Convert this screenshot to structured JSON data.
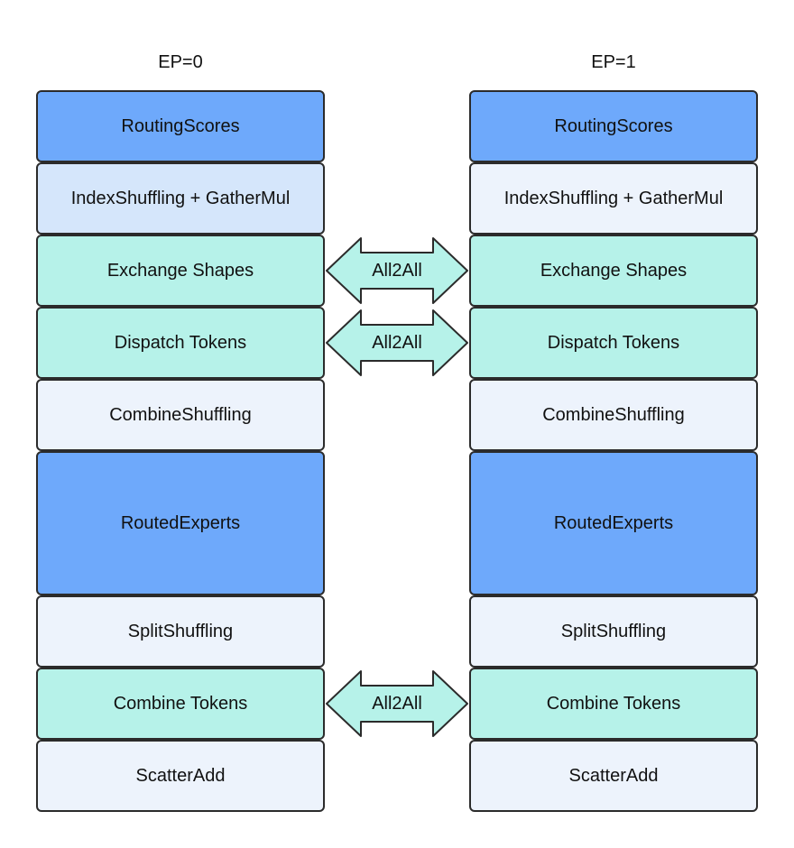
{
  "columns": [
    {
      "title": "EP=0",
      "blocks": [
        {
          "label": "RoutingScores",
          "color": "#6ea9fb"
        },
        {
          "label": "IndexShuffling + GatherMul",
          "color": "#d5e6fb"
        },
        {
          "label": "Exchange Shapes",
          "color": "#b6f2e9"
        },
        {
          "label": "Dispatch Tokens",
          "color": "#b6f2e9"
        },
        {
          "label": "CombineShuffling",
          "color": "#edf3fc"
        },
        {
          "label": "RoutedExperts",
          "color": "#6ea9fb"
        },
        {
          "label": "SplitShuffling",
          "color": "#edf3fc"
        },
        {
          "label": "Combine Tokens",
          "color": "#b6f2e9"
        },
        {
          "label": "ScatterAdd",
          "color": "#edf3fc"
        }
      ]
    },
    {
      "title": "EP=1",
      "blocks": [
        {
          "label": "RoutingScores",
          "color": "#6ea9fb"
        },
        {
          "label": "IndexShuffling + GatherMul",
          "color": "#edf3fc"
        },
        {
          "label": "Exchange Shapes",
          "color": "#b6f2e9"
        },
        {
          "label": "Dispatch Tokens",
          "color": "#b6f2e9"
        },
        {
          "label": "CombineShuffling",
          "color": "#edf3fc"
        },
        {
          "label": "RoutedExperts",
          "color": "#6ea9fb"
        },
        {
          "label": "SplitShuffling",
          "color": "#edf3fc"
        },
        {
          "label": "Combine Tokens",
          "color": "#b6f2e9"
        },
        {
          "label": "ScatterAdd",
          "color": "#edf3fc"
        }
      ]
    }
  ],
  "arrows": [
    {
      "label": "All2All",
      "connects": "Exchange Shapes"
    },
    {
      "label": "All2All",
      "connects": "Dispatch Tokens"
    },
    {
      "label": "All2All",
      "connects": "Combine Tokens"
    }
  ],
  "colors": {
    "dark_blue": "#6ea9fb",
    "light_blue": "#d5e6fb",
    "pale_blue": "#edf3fc",
    "teal": "#b6f2e9",
    "border": "#2b2b2b"
  }
}
